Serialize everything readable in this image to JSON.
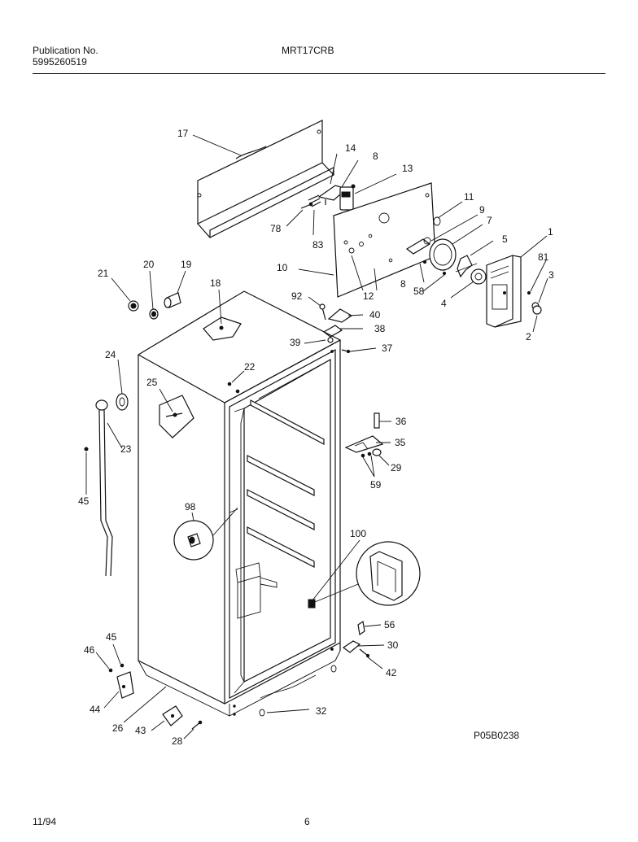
{
  "header": {
    "publication_label": "Publication No.",
    "publication_number": "5995260519",
    "model": "MRT17CRB"
  },
  "footer": {
    "date": "11/94",
    "page": "6",
    "drawing_code": "P05B0238"
  },
  "callouts": {
    "c1": "1",
    "c2": "2",
    "c3": "3",
    "c4": "4",
    "c5": "5",
    "c7": "7",
    "c8a": "8",
    "c8b": "8",
    "c9": "9",
    "c10": "10",
    "c11": "11",
    "c12": "12",
    "c13": "13",
    "c14": "14",
    "c17": "17",
    "c18": "18",
    "c19": "19",
    "c20": "20",
    "c21": "21",
    "c22": "22",
    "c23": "23",
    "c24": "24",
    "c25": "25",
    "c26": "26",
    "c28": "28",
    "c29": "29",
    "c30": "30",
    "c32": "32",
    "c35": "35",
    "c36": "36",
    "c37": "37",
    "c38": "38",
    "c39": "39",
    "c40": "40",
    "c42": "42",
    "c43": "43",
    "c44": "44",
    "c45a": "45",
    "c45b": "45",
    "c46": "46",
    "c56": "56",
    "c58": "58",
    "c59": "59",
    "c78": "78",
    "c81": "81",
    "c83": "83",
    "c92": "92",
    "c98": "98",
    "c100": "100"
  }
}
